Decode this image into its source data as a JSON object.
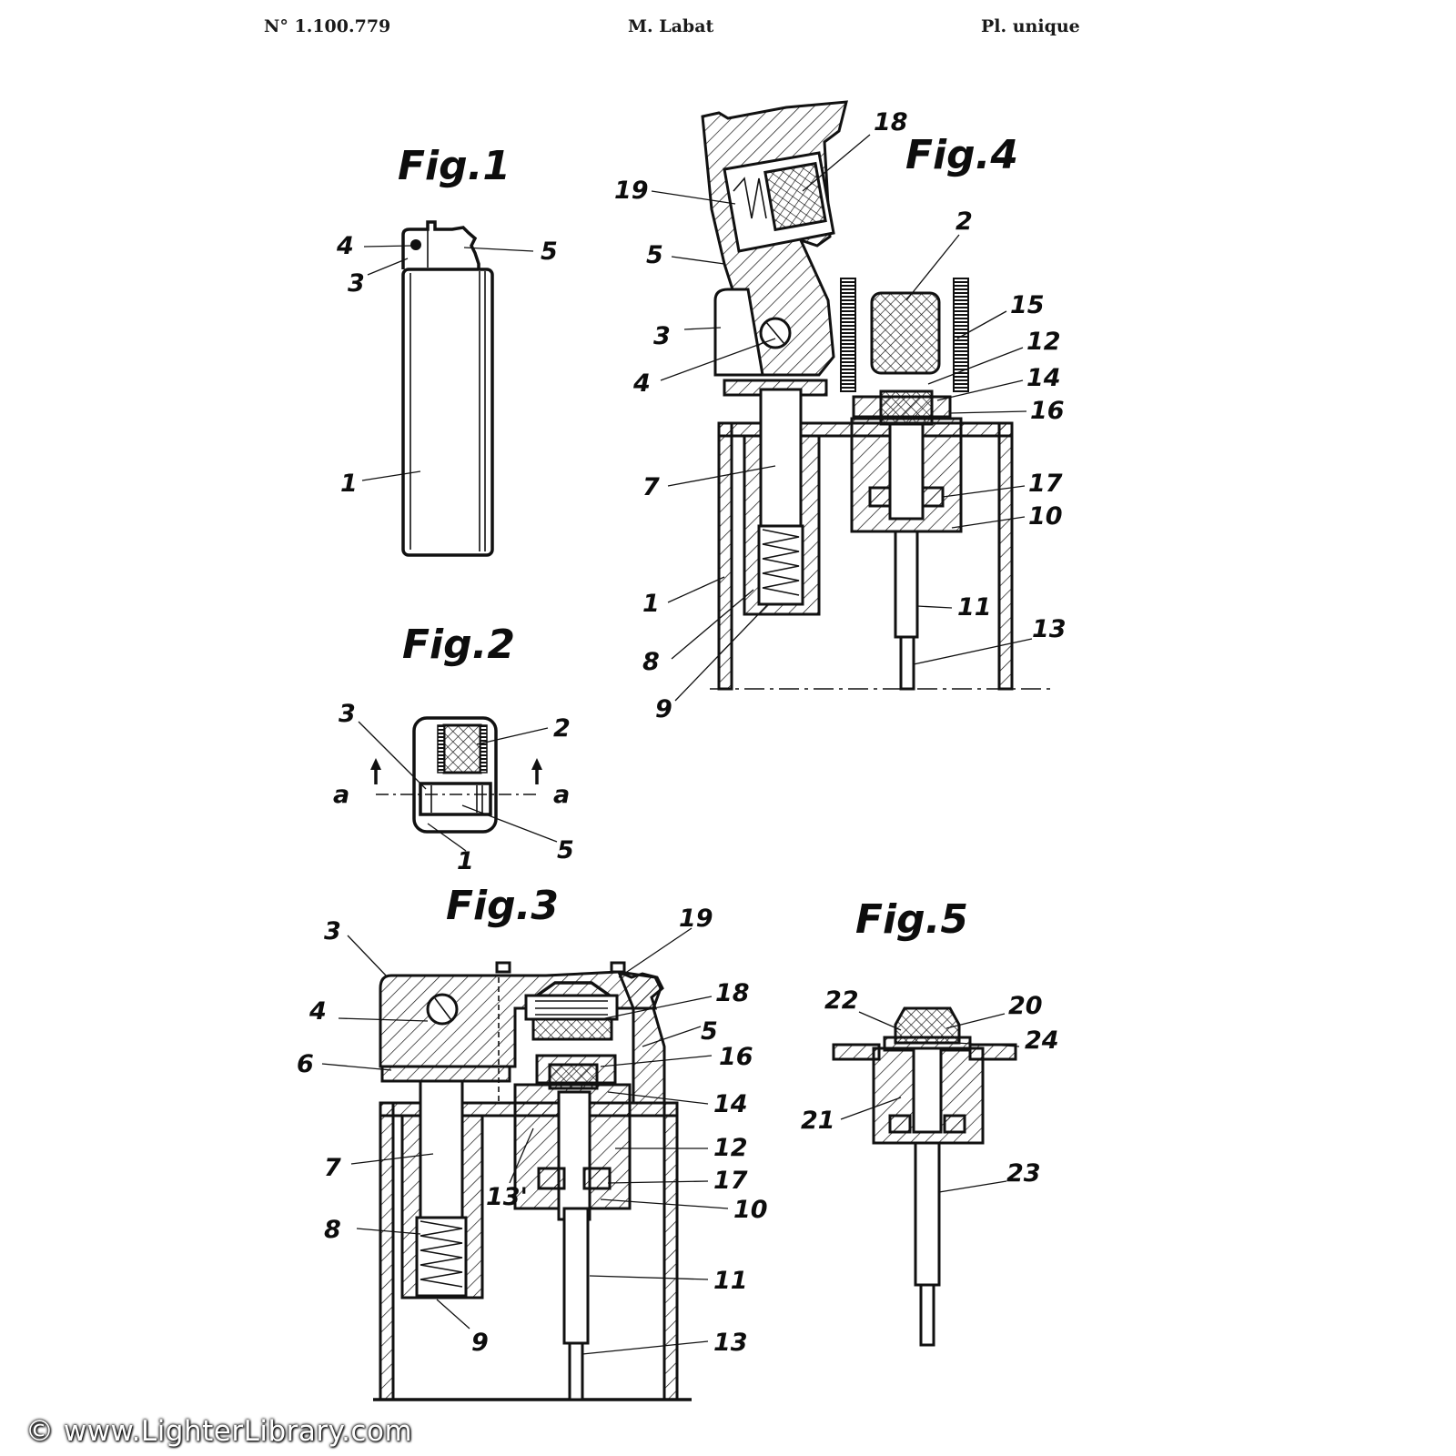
{
  "header": {
    "patent_number": "N° 1.100.779",
    "inventor": "M. Labat",
    "plate": "Pl. unique"
  },
  "figures": {
    "fig1": {
      "title": "Fig.1",
      "labels": [
        "4",
        "3",
        "5",
        "1"
      ]
    },
    "fig2": {
      "title": "Fig.2",
      "labels": [
        "3",
        "2",
        "a",
        "a",
        "1",
        "5"
      ]
    },
    "fig3": {
      "title": "Fig.3",
      "labels": [
        "3",
        "19",
        "18",
        "4",
        "5",
        "6",
        "16",
        "14",
        "12",
        "7",
        "13'",
        "17",
        "10",
        "8",
        "11",
        "9",
        "13"
      ]
    },
    "fig4": {
      "title": "Fig.4",
      "labels": [
        "18",
        "19",
        "5",
        "2",
        "15",
        "3",
        "12",
        "4",
        "14",
        "16",
        "7",
        "17",
        "10",
        "1",
        "11",
        "13",
        "8",
        "9"
      ]
    },
    "fig5": {
      "title": "Fig.5",
      "labels": [
        "22",
        "20",
        "24",
        "21",
        "23"
      ]
    }
  },
  "watermark": "© www.LighterLibrary.com"
}
